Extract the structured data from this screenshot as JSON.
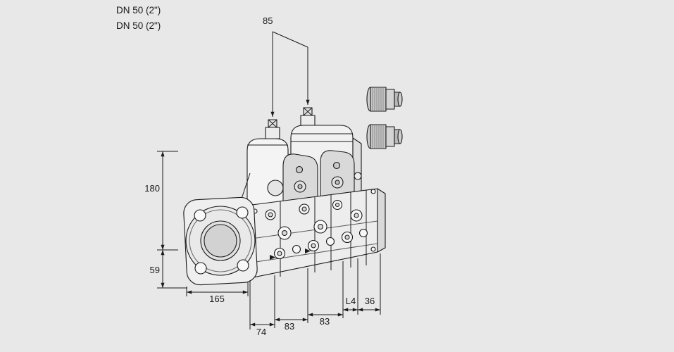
{
  "labels": {
    "dn_line1": "DN 50 (2\")",
    "dn_line2": "DN 50 (2\")"
  },
  "dims": {
    "d85": "85",
    "d180": "180",
    "d59": "59",
    "d165": "165",
    "d74": "74",
    "d83a": "83",
    "d83b": "83",
    "l4": "L4",
    "d36": "36"
  },
  "colors": {
    "background": "#e8e8e8",
    "line": "#1a1a1a"
  }
}
